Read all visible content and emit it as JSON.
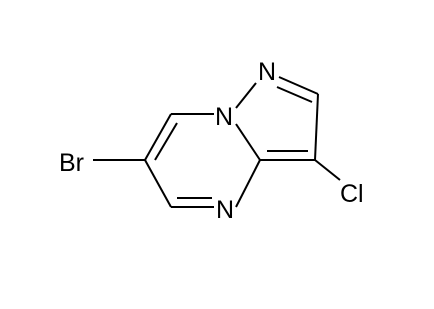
{
  "molecule": {
    "atoms": {
      "bromine": "Br",
      "chlorine": "Cl",
      "nitrogen_top": "N",
      "nitrogen_bridge": "N",
      "nitrogen_lower": "N"
    },
    "line_color": "#000000",
    "background_color": "#ffffff"
  }
}
